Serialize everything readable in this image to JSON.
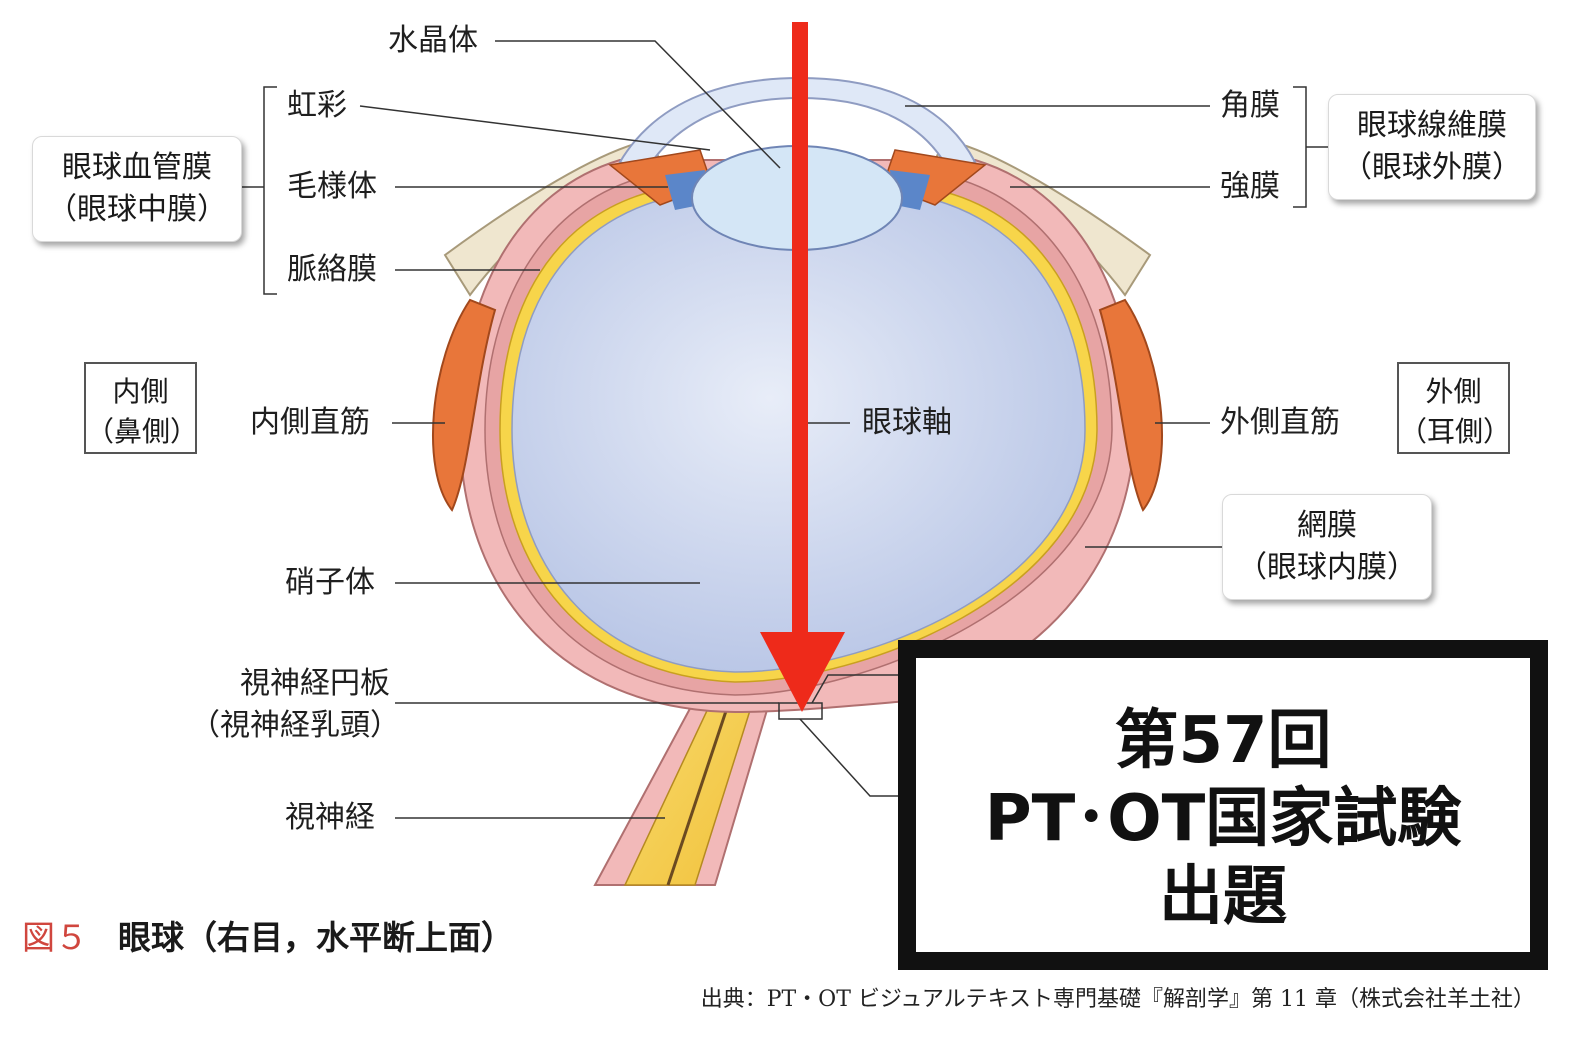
{
  "labels": {
    "lens": "水晶体",
    "iris": "虹彩",
    "ciliary_body": "毛様体",
    "choroid": "脈絡膜",
    "medial_rectus": "内側直筋",
    "vitreous": "硝子体",
    "optic_disc": "視神経円板",
    "optic_papilla": "（視神経乳頭）",
    "optic_nerve": "視神経",
    "cornea": "角膜",
    "sclera": "強膜",
    "eye_axis": "眼球軸",
    "lateral_rectus": "外側直筋"
  },
  "boxes": {
    "vascular_tunic": [
      "眼球血管膜",
      "（眼球中膜）"
    ],
    "fibrous_tunic": [
      "眼球線維膜",
      "（眼球外膜）"
    ],
    "retina": [
      "網膜",
      "（眼球内膜）"
    ],
    "medial_side": [
      "内側",
      "（鼻側）"
    ],
    "lateral_side": [
      "外側",
      "（耳側）"
    ]
  },
  "exam_notice": [
    "第57回",
    "PT･OT国家試験",
    "出題"
  ],
  "caption": {
    "figure_no": "図５",
    "title": "眼球（右目，水平断上面）"
  },
  "source": "出典：PT・OT ビジュアルテキスト専門基礎『解剖学』第 11 章（株式会社羊土社）",
  "colors": {
    "arrow": "#ee2a1a",
    "figure_no": "#d0463e",
    "vitreous": "#c9d4ee",
    "sclera": "#f2b9b9",
    "retina": "#f7d54a",
    "muscle": "#e8763a"
  }
}
